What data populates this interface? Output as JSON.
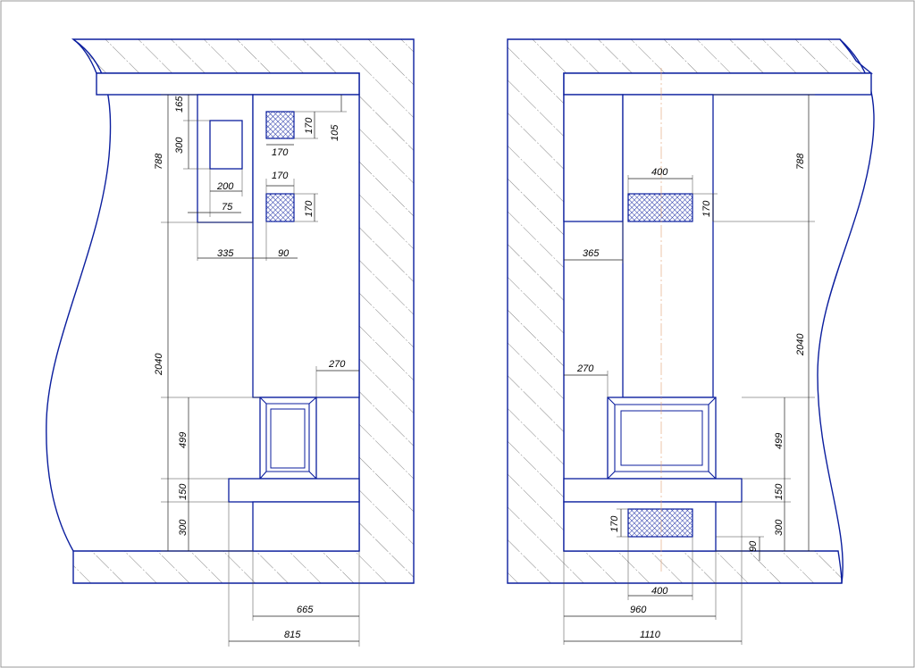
{
  "colors": {
    "line": "#0b1e9e",
    "axis": "#e0a070",
    "dimension": "#222222",
    "frame": "#888888"
  },
  "left_view": {
    "dimensions": {
      "d165": "165",
      "d300_a": "300",
      "d788": "788",
      "d200": "200",
      "d75": "75",
      "d170_a": "170",
      "d105": "105",
      "d170_b": "170",
      "d170_c": "170",
      "d170_d": "170",
      "d335": "335",
      "d90": "90",
      "d2040": "2040",
      "d270": "270",
      "d499": "499",
      "d150": "150",
      "d300_b": "300",
      "d665": "665",
      "d815": "815"
    }
  },
  "right_view": {
    "dimensions": {
      "d400_top": "400",
      "d170_vent": "170",
      "d788": "788",
      "d365": "365",
      "d2040": "2040",
      "d270": "270",
      "d499": "499",
      "d150": "150",
      "d300": "300",
      "d170_low": "170",
      "d90": "90",
      "d400_bottom": "400",
      "d960": "960",
      "d1110": "1110"
    }
  }
}
